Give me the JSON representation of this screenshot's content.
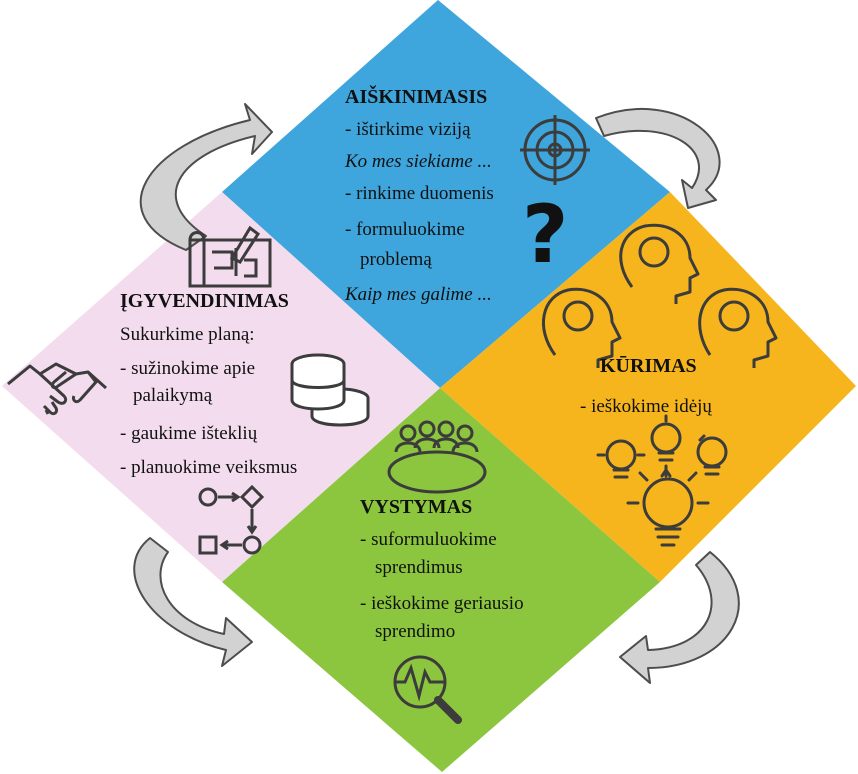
{
  "colors": {
    "aiskinimasis": "#3ea6dc",
    "kurimas": "#f6b51c",
    "vystymas": "#8cc63f",
    "igyvendinimas": "#f2dcee",
    "arrow_fill": "#d2d2d2",
    "arrow_stroke": "#4d4d4d"
  },
  "quadrants": {
    "aiskinimasis": {
      "title": "AIŠKINIMASIS",
      "lines": [
        "- ištirkime viziją",
        "Ko mes siekiame ...",
        "- rinkime duomenis",
        "- formuluokime",
        "problemą",
        "Kaip mes galime ..."
      ],
      "icons": [
        "target-icon",
        "question-mark-icon"
      ]
    },
    "kurimas": {
      "title": "KŪRIMAS",
      "lines": [
        "- ieškokime idėjų"
      ],
      "icons": [
        "brain-head-icon",
        "lightbulb-icon"
      ]
    },
    "vystymas": {
      "title": "VYSTYMAS",
      "lines": [
        "- suformuluokime",
        "sprendimus",
        "- ieškokime geriausio",
        "sprendimo"
      ],
      "icons": [
        "team-meeting-icon",
        "analysis-magnifier-icon"
      ]
    },
    "igyvendinimas": {
      "title": "ĮGYVENDINIMAS",
      "lines": [
        "Sukurkime planą:",
        "- sužinokime apie",
        "palaikymą",
        "- gaukime išteklių",
        "- planuokime veiksmus"
      ],
      "icons": [
        "blueprint-icon",
        "handshake-icon",
        "coins-icon",
        "flowchart-icon"
      ]
    }
  },
  "cycle_arrows": [
    "top-left",
    "top-right",
    "bottom-right",
    "bottom-left"
  ]
}
